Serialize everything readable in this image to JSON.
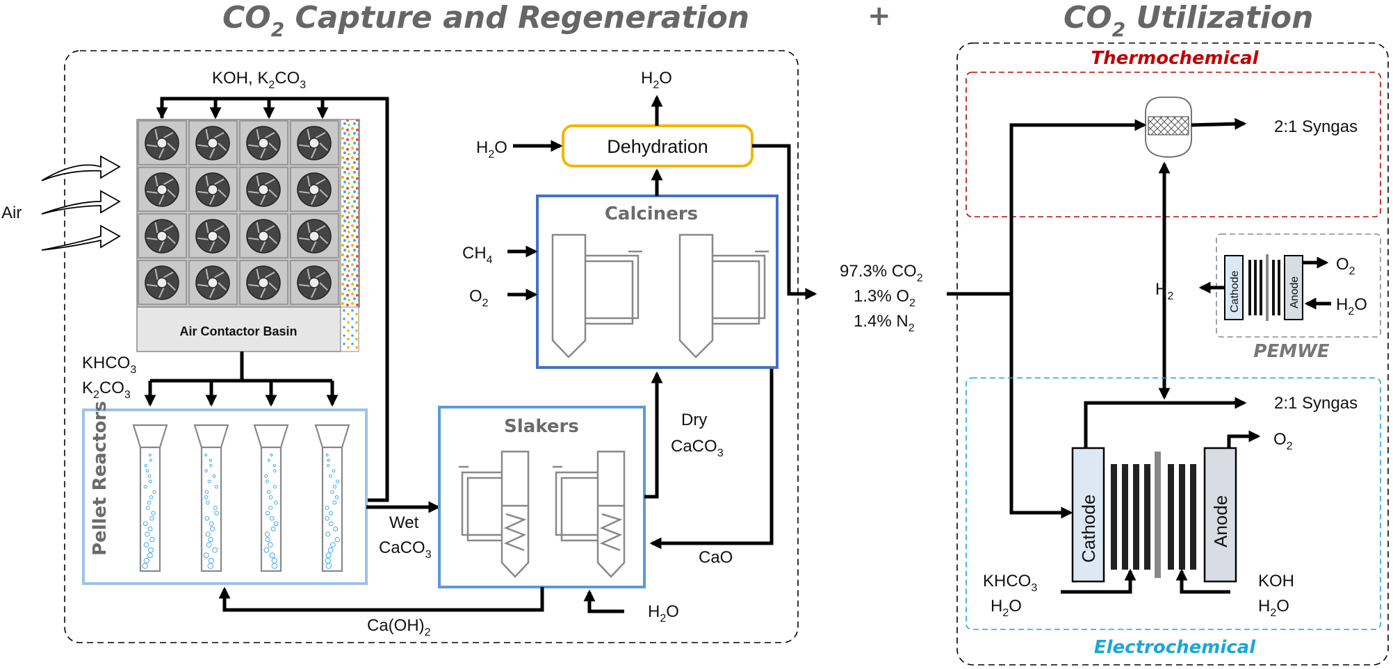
{
  "headers": {
    "capture_main": "CO",
    "capture_sub": "2",
    "capture_rest": " Capture and Regeneration",
    "plus": "+",
    "util_main": "CO",
    "util_sub": "2",
    "util_rest": " Utilization"
  },
  "air_contactor": {
    "inlet_a": "KOH, K",
    "inlet_b": "2",
    "inlet_c": "CO",
    "inlet_d": "3",
    "air": "Air",
    "basin": "Air Contactor Basin",
    "out1_a": "KHCO",
    "out1_b": "3",
    "out2_a": "K",
    "out2_b": "2",
    "out2_c": "CO",
    "out2_d": "3"
  },
  "pellet": {
    "title": "Pellet Reactors",
    "wet": "Wet",
    "caco3_a": "CaCO",
    "caco3_b": "3"
  },
  "slakers": {
    "title": "Slakers",
    "h2o_a": "H",
    "h2o_b": "2",
    "h2o_c": "O",
    "caoh2_a": "Ca(OH)",
    "caoh2_b": "2",
    "cao": "CaO",
    "dry": "Dry",
    "dry_caco3_a": "CaCO",
    "dry_caco3_b": "3"
  },
  "calciners": {
    "title": "Calciners",
    "ch4_a": "CH",
    "ch4_b": "4",
    "o2_a": "O",
    "o2_b": "2"
  },
  "dehydration": {
    "title": "Dehydration",
    "h2o_in_a": "H",
    "h2o_in_b": "2",
    "h2o_in_c": "O",
    "h2o_out_a": "H",
    "h2o_out_b": "2",
    "h2o_out_c": "O"
  },
  "product": {
    "line1_a": "97.3% CO",
    "line1_b": "2",
    "line2_a": "1.3% O",
    "line2_b": "2",
    "line3_a": "1.4% N",
    "line3_b": "2"
  },
  "utilization": {
    "thermo": "Thermochemical",
    "syngas_top": "2:1 Syngas",
    "h2_a": "H",
    "h2_b": "2",
    "pemwe": "PEMWE",
    "pem_cathode": "Cathode",
    "pem_anode": "Anode",
    "pem_o2_a": "O",
    "pem_o2_b": "2",
    "pem_h2o_a": "H",
    "pem_h2o_b": "2",
    "pem_h2o_c": "O",
    "electro": "Electrochemical",
    "syngas_bottom": "2:1 Syngas",
    "ec_o2_a": "O",
    "ec_o2_b": "2",
    "ec_cathode": "Cathode",
    "ec_anode": "Anode",
    "khco3_a": "KHCO",
    "khco3_b": "3",
    "ec_h2o_left_a": "H",
    "ec_h2o_left_b": "2",
    "ec_h2o_left_c": "O",
    "koh": "KOH",
    "ec_h2o_right_a": "H",
    "ec_h2o_right_b": "2",
    "ec_h2o_right_c": "O"
  },
  "colors": {
    "thermo": "#c00000",
    "electro": "#1aa7d8",
    "dehydration": "#f2b705",
    "calciners": "#4472c4",
    "slakers": "#5b9bd5",
    "pellet": "#9dc3e6",
    "contactor_tile": "#b9b9b9"
  }
}
